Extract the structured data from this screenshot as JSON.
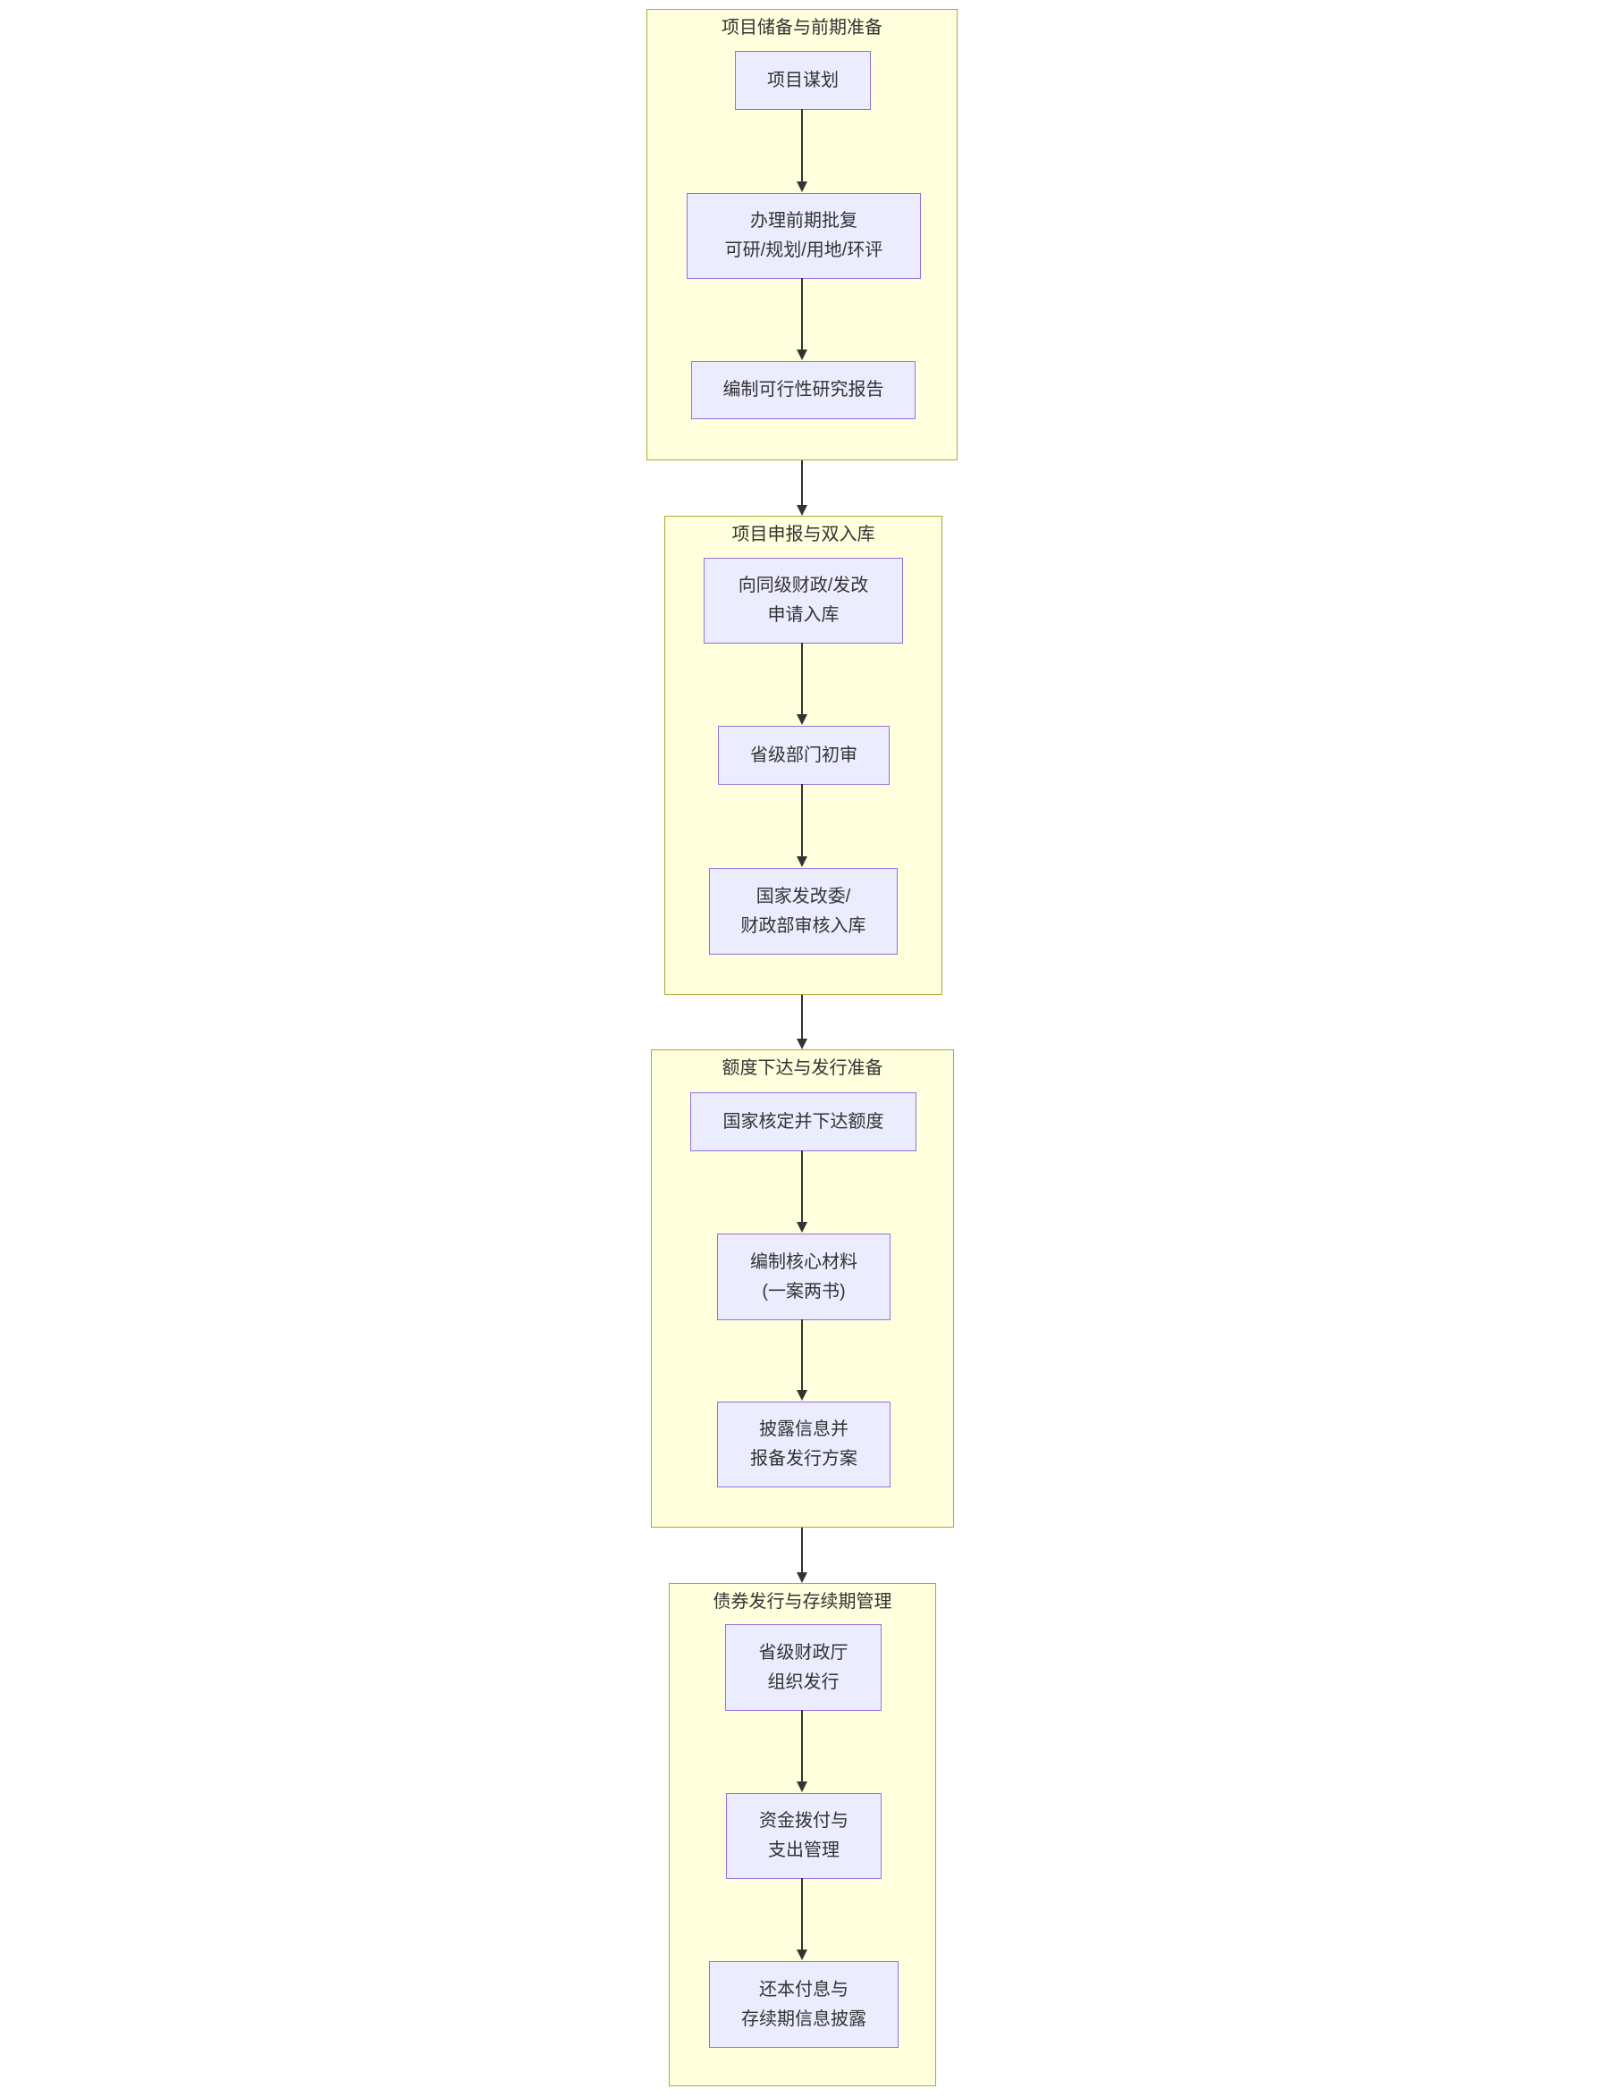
{
  "diagram": {
    "type": "flowchart",
    "orientation": "top-down",
    "colors": {
      "cluster_fill": "#ffffde",
      "cluster_border": "#aaaa33",
      "node_fill": "#ececff",
      "node_border": "#9370db",
      "text": "#333333",
      "arrow": "#333333"
    },
    "groups": [
      {
        "title": "项目储备与前期准备",
        "nodes": [
          {
            "lines": [
              "项目谋划"
            ]
          },
          {
            "lines": [
              "办理前期批复",
              "可研/规划/用地/环评"
            ]
          },
          {
            "lines": [
              "编制可行性研究报告"
            ]
          }
        ]
      },
      {
        "title": "项目申报与双入库",
        "nodes": [
          {
            "lines": [
              "向同级财政/发改",
              "申请入库"
            ]
          },
          {
            "lines": [
              "省级部门初审"
            ]
          },
          {
            "lines": [
              "国家发改委/",
              "财政部审核入库"
            ]
          }
        ]
      },
      {
        "title": "额度下达与发行准备",
        "nodes": [
          {
            "lines": [
              "国家核定并下达额度"
            ]
          },
          {
            "lines": [
              "编制核心材料",
              "(一案两书)"
            ]
          },
          {
            "lines": [
              "披露信息并",
              "报备发行方案"
            ]
          }
        ]
      },
      {
        "title": "债券发行与存续期管理",
        "nodes": [
          {
            "lines": [
              "省级财政厅",
              "组织发行"
            ]
          },
          {
            "lines": [
              "资金拨付与",
              "支出管理"
            ]
          },
          {
            "lines": [
              "还本付息与",
              "存续期信息披露"
            ]
          }
        ]
      }
    ]
  }
}
